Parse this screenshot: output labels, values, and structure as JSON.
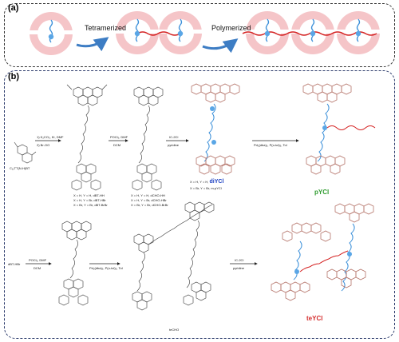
{
  "panel_a": {
    "label": "(a)",
    "arrow1_text": "Tetramerized",
    "arrow2_text": "Polymerized"
  },
  "panel_b": {
    "label": "(b)",
    "start": {
      "name": "C₁₁TT(N-H)BT",
      "step1": "1) K₂CO₃, KI, DMF",
      "step2": "2) Br-OO"
    },
    "col2": {
      "lines": [
        "X = H, Y = H, dBT-HH",
        "X = H, Y = Br, dBT-HBr",
        "X = Br, Y = Br, dBT-BrBr"
      ]
    },
    "arrow2": {
      "top": "POCl₃, DMF",
      "bot": "DCM"
    },
    "col3": {
      "lines": [
        "X = H, Y = H, dCHO-HH",
        "X = H, Y = Br, dCHO-HBr",
        "X = Br, Y = Br, dCHO-BrBr"
      ]
    },
    "arrow3": {
      "top": "IC-2Cl",
      "bot": "pyridine"
    },
    "col4": {
      "line1_prefix": "X = H, Y = H, ",
      "line1_name": "diYCl",
      "line2": "X = Br, Y = Br, m-pYCl"
    },
    "arrow4": {
      "bot": "Pd₂(dba)₃, P(o-tol)₃, Tol"
    },
    "product1": "pYCl",
    "bottom_start": "dBT-HBr",
    "arrow5": {
      "top": "POCl₃, DMF",
      "bot": "DCM"
    },
    "arrow6": {
      "bot": "Pd₂(dba)₃, P(o-tol)₃, Tol"
    },
    "tcho": "teCHO",
    "arrow7": {
      "top": "IC-2Cl",
      "bot": "pyridine"
    },
    "product2": "teYCl"
  },
  "colors": {
    "ring_pink": "#f5c5c8",
    "ring_inner": "#ffffff",
    "chain_blue": "#3a8fd9",
    "chain_red": "#d42020",
    "node_blue": "#5aa6e6",
    "arrow_blue": "#3d7dc4",
    "mol_brown": "#b5746a"
  }
}
